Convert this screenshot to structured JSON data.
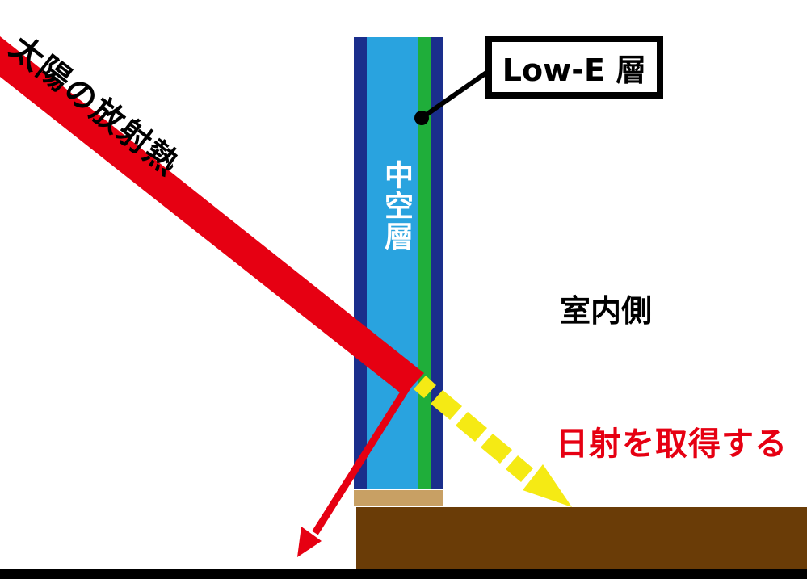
{
  "labels": {
    "solar_radiant_heat": "太陽の放射熱",
    "hollow_layer": "中空層",
    "low_e_layer": "Low-E 層",
    "indoor_side": "室内側",
    "acquire_solar": "日射を取得する"
  },
  "colors": {
    "red_ray": "#e60012",
    "yellow_ray": "#f5ea14",
    "glass_outer": "#1a2e8c",
    "cavity": "#29a3df",
    "low_e_coating": "#1fae3a",
    "sill": "#c8a064",
    "floor": "#6a3c07",
    "text_primary": "#000000",
    "text_accent": "#e60012",
    "background": "#ffffff"
  }
}
